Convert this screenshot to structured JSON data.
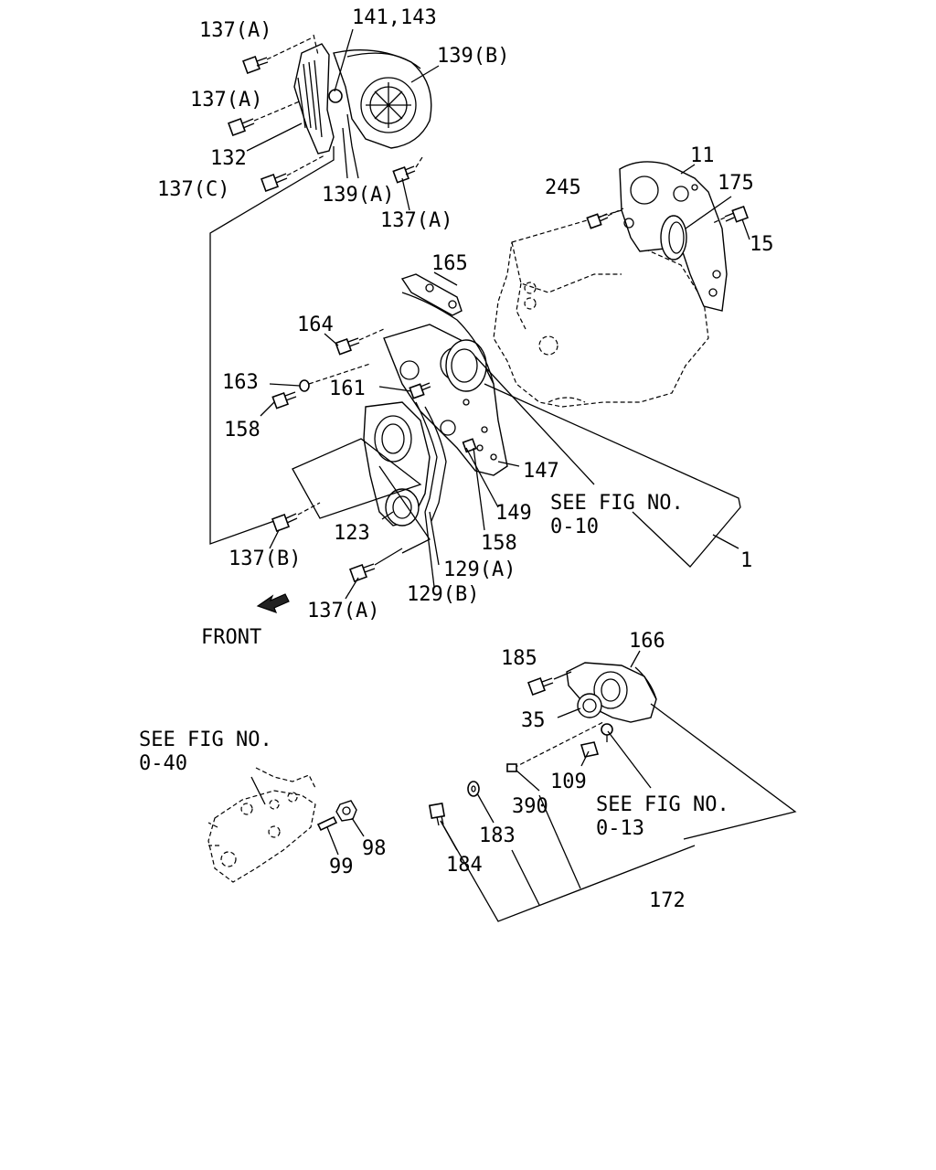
{
  "labels": {
    "l137a_1": "137(A)",
    "l141": "141,143",
    "l139b": "139(B)",
    "l137a_2": "137(A)",
    "l132": "132",
    "l137c": "137(C)",
    "l139a": "139(A)",
    "l137a_3": "137(A)",
    "l11": "11",
    "l245": "245",
    "l175": "175",
    "l15": "15",
    "l165": "165",
    "l164": "164",
    "l163": "163",
    "l161": "161",
    "l158_1": "158",
    "l147": "147",
    "l149": "149",
    "l158_2": "158",
    "l123": "123",
    "l129a": "129(A)",
    "l129b": "129(B)",
    "l137b": "137(B)",
    "l137a_4": "137(A)",
    "l1": "1",
    "see1_line1": "SEE FIG NO.",
    "see1_line2": "0-10",
    "front": "FRONT",
    "l185": "185",
    "l166": "166",
    "l35": "35",
    "l109": "109",
    "l390": "390",
    "l183": "183",
    "l184": "184",
    "l172": "172",
    "see2_line1": "SEE FIG NO.",
    "see2_line2": "0-13",
    "see3_line1": "SEE FIG NO.",
    "see3_line2": "0-40",
    "l99": "99",
    "l98": "98"
  }
}
